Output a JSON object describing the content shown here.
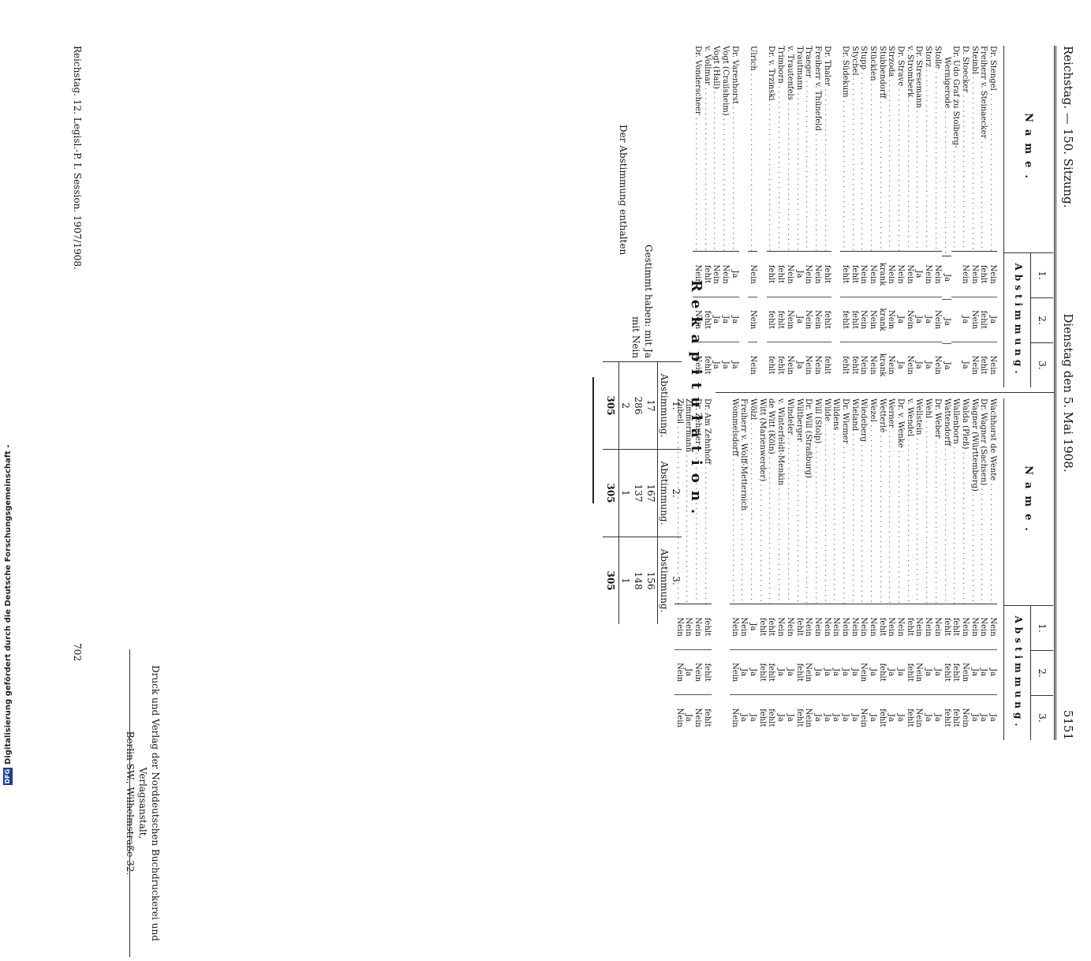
{
  "header": {
    "left": "Reichstag. — 150. Sitzung.",
    "middle": "Dienstag den 5. Mai 1908.",
    "page": "5151"
  },
  "table_header": {
    "name_label": "Name.",
    "vote_numbers": [
      "1.",
      "2.",
      "3."
    ],
    "abstimmung_label": "Abstimmung."
  },
  "left_column": [
    {
      "name": "Dr. Stengel",
      "v": [
        "Nein",
        "Ja",
        "Nein"
      ]
    },
    {
      "name": "Freiherr v. Steinaecker",
      "v": [
        "fehlt",
        "fehlt",
        "fehlt"
      ]
    },
    {
      "name": "Steinbl",
      "v": [
        "Nein",
        "Nein",
        "Nein"
      ]
    },
    {
      "name": "D. Stoecker",
      "v": [
        "Nein",
        "Ja",
        "Ja"
      ]
    },
    {
      "name": "Dr. Udo Graf zu Stolberg-",
      "v": [
        "",
        "",
        ""
      ]
    },
    {
      "name": "Wernigerode",
      "indent": true,
      "v": [
        "Ja",
        "Ja",
        "Ja"
      ]
    },
    {
      "name": "Stolle",
      "v": [
        "Nein",
        "Nein",
        "Nein"
      ]
    },
    {
      "name": "Storz",
      "v": [
        "Nein",
        "Ja",
        "Ja"
      ]
    },
    {
      "name": "Dr. Stresemann",
      "v": [
        "Ja",
        "Ja",
        "Ja"
      ]
    },
    {
      "name": "v. Stromberk",
      "v": [
        "Nein",
        "Nein",
        "Nein"
      ]
    },
    {
      "name": "Dr. Strave",
      "v": [
        "Nein",
        "Ja",
        "Ja"
      ]
    },
    {
      "name": "Strzoda",
      "v": [
        "Nein",
        "Nein",
        "Nein"
      ]
    },
    {
      "name": "Stubbendorff",
      "v": [
        "krank",
        "krank",
        "krank"
      ]
    },
    {
      "name": "Stücklen",
      "v": [
        "Nein",
        "Nein",
        "Nein"
      ]
    },
    {
      "name": "Stupp",
      "v": [
        "Nein",
        "Nein",
        "Nein"
      ]
    },
    {
      "name": "Stychel",
      "v": [
        "fehlt",
        "fehlt",
        "fehlt"
      ]
    },
    {
      "name": "Dr. Südekum",
      "v": [
        "fehlt",
        "fehlt",
        "fehlt"
      ]
    },
    {
      "gap": true
    },
    {
      "name": "Dr. Thaler",
      "v": [
        "fehlt",
        "fehlt",
        "fehlt"
      ]
    },
    {
      "name": "Freiherr v. Thünefeld",
      "v": [
        "Nein",
        "Nein",
        "Nein"
      ]
    },
    {
      "name": "Traeger",
      "v": [
        "Nein",
        "Nein",
        "Nein"
      ]
    },
    {
      "name": "Trautmann",
      "v": [
        "Ja",
        "Ja",
        "Ja"
      ]
    },
    {
      "name": "v. Trautenfels",
      "v": [
        "Nein",
        "Nein",
        "Nein"
      ]
    },
    {
      "name": "Trimborn",
      "v": [
        "fehlt",
        "fehlt",
        "fehlt"
      ]
    },
    {
      "name": "Dr. v. Trzinski",
      "v": [
        "fehlt",
        "fehlt",
        "fehlt"
      ]
    },
    {
      "gap": true
    },
    {
      "name": "Ulrich",
      "v": [
        "Nein",
        "Nein",
        "Nein"
      ]
    },
    {
      "gap": true
    },
    {
      "name": "Dr. Varenhorst",
      "v": [
        "Ja",
        "Ja",
        "Ja"
      ]
    },
    {
      "name": "Vogt (Crailsheim)",
      "v": [
        "Nein",
        "Ja",
        "Ja"
      ]
    },
    {
      "name": "Vogt (Hall)",
      "v": [
        "Nein",
        "Ja",
        "Ja"
      ]
    },
    {
      "name": "v. Vollmar",
      "v": [
        "fehlt",
        "fehlt",
        "fehlt"
      ]
    },
    {
      "name": "Dr. Vonderscheer",
      "v": [
        "Nein",
        "Nein",
        "Nein"
      ]
    }
  ],
  "right_column": [
    {
      "name": "Wachhorst de Wente",
      "v": [
        "Nein",
        "Ja",
        "Ja"
      ]
    },
    {
      "name": "Dr. Wagner (Sachsen)",
      "v": [
        "Nein",
        "Ja",
        "Ja"
      ]
    },
    {
      "name": "Wagner (Württemberg)",
      "v": [
        "Nein",
        "Ja",
        "Ja"
      ]
    },
    {
      "name": "Walda (Pleß)",
      "v": [
        "Nein",
        "Nein",
        "Nein"
      ]
    },
    {
      "name": "Wallenborn",
      "v": [
        "fehlt",
        "fehlt",
        "fehlt"
      ]
    },
    {
      "name": "Wattendorff",
      "v": [
        "fehlt",
        "fehlt",
        "fehlt"
      ]
    },
    {
      "name": "Dr. Weber",
      "v": [
        "Nein",
        "Ja",
        "Ja"
      ]
    },
    {
      "name": "Wehl",
      "v": [
        "Nein",
        "Ja",
        "Ja"
      ]
    },
    {
      "name": "Wellstein",
      "v": [
        "Nein",
        "Nein",
        "Nein"
      ]
    },
    {
      "name": "v. Wendel",
      "v": [
        "fehlt",
        "fehlt",
        "fehlt"
      ]
    },
    {
      "name": "Dr. v. Wenke",
      "v": [
        "Nein",
        "Ja",
        "Ja"
      ]
    },
    {
      "name": "Werner",
      "v": [
        "Nein",
        "Ja",
        "Ja"
      ]
    },
    {
      "name": "Wetterlé",
      "v": [
        "fehlt",
        "fehlt",
        "fehlt"
      ]
    },
    {
      "name": "Wezel",
      "v": [
        "Nein",
        "Ja",
        "Ja"
      ]
    },
    {
      "name": "Wiedeberg",
      "v": [
        "Nein",
        "Nein",
        "Nein"
      ]
    },
    {
      "name": "Wieland",
      "v": [
        "Nein",
        "Ja",
        "Ja"
      ]
    },
    {
      "name": "Dr. Wiemer",
      "v": [
        "Nein",
        "Ja",
        "Ja"
      ]
    },
    {
      "name": "Wildens",
      "v": [
        "Nein",
        "Ja",
        "Ja"
      ]
    },
    {
      "name": "Wilde",
      "v": [
        "Nein",
        "Ja",
        "Ja"
      ]
    },
    {
      "name": "Will (Stolp)",
      "v": [
        "Nein",
        "Ja",
        "Ja"
      ]
    },
    {
      "name": "Dr. Will (Straßburg)",
      "v": [
        "Nein",
        "Nein",
        "Nein"
      ]
    },
    {
      "name": "Wiltberger",
      "v": [
        "fehlt",
        "fehlt",
        "fehlt"
      ]
    },
    {
      "name": "Windeler",
      "v": [
        "Nein",
        "Ja",
        "Ja"
      ]
    },
    {
      "name": "v. Winterfeldt-Menkin",
      "v": [
        "Nein",
        "Ja",
        "Ja"
      ]
    },
    {
      "name": "de Witt (Köln)",
      "v": [
        "fehlt",
        "fehlt",
        "fehlt"
      ]
    },
    {
      "name": "Witt (Marienwerder)",
      "v": [
        "fehlt",
        "fehlt",
        "fehlt"
      ]
    },
    {
      "name": "Wölzl",
      "v": [
        "Ja",
        "Ja",
        "Ja"
      ]
    },
    {
      "name": "Freiherr v. Wolff-Metternich",
      "v": [
        "Nein",
        "Ja",
        "Ja"
      ]
    },
    {
      "name": "Wommelsdorff",
      "v": [
        "Nein",
        "Nein",
        "Nein"
      ]
    },
    {
      "gap": true
    },
    {
      "gap": true
    },
    {
      "name": "Dr. Am Zehnhoff",
      "v": [
        "fehlt",
        "fehlt",
        "fehlt"
      ]
    },
    {
      "name": "Dr. Zehnter",
      "v": [
        "Nein",
        "Nein",
        "Nein"
      ]
    },
    {
      "name": "Zimmermann",
      "v": [
        "Nein",
        "Ja",
        "Ja"
      ]
    },
    {
      "name": "Zubeil",
      "v": [
        "Nein",
        "Nein",
        "Nein"
      ]
    }
  ],
  "recap": {
    "title": "Rekapitulation.",
    "labels": [
      "Gestimmt haben: mit Ja",
      "mit Nein",
      "Der Abstimmung enthalten"
    ],
    "columns": [
      {
        "num": "1.",
        "label": "Abstimmung.",
        "values": [
          "17",
          "286",
          "2"
        ],
        "total": "305"
      },
      {
        "num": "2.",
        "label": "Abstimmung.",
        "values": [
          "167",
          "137",
          "1"
        ],
        "total": "305"
      },
      {
        "num": "3.",
        "label": "Abstimmung.",
        "values": [
          "156",
          "148",
          "1"
        ],
        "total": "305"
      }
    ]
  },
  "printer": {
    "line1": "Druck und Verlag der Norddeutschen Buchdruckerei und Verlagsanstalt,",
    "line2": "Berlin SW., Wilhelmstraße 32."
  },
  "footer": {
    "left": "Reichstag. 12. Legisl.-P. I. Session. 1907/1908.",
    "right": "702"
  },
  "dfg": {
    "text": "Digitalisierung gefördert durch die Deutsche Forschungsgemeinschaft -",
    "logo": "DFG"
  }
}
